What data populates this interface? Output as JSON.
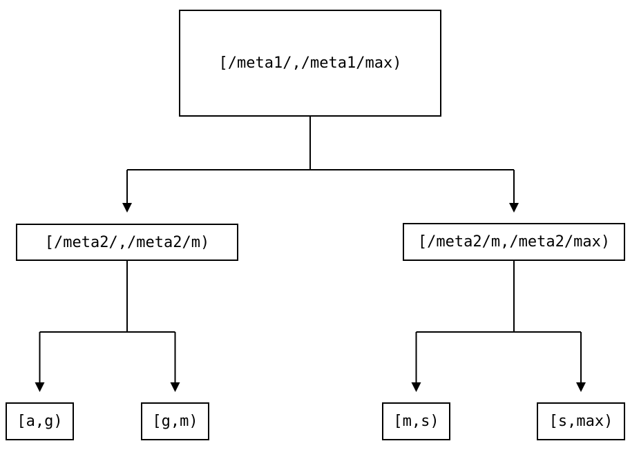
{
  "diagram": {
    "type": "tree",
    "background_color": "#ffffff",
    "line_color": "#000000",
    "text_color": "#000000",
    "nodes": {
      "root": {
        "label": "[/meta1/,/meta1/max)"
      },
      "left_mid": {
        "label": "[/meta2/,/meta2/m)"
      },
      "right_mid": {
        "label": "[/meta2/m,/meta2/max)"
      },
      "leaf_ag": {
        "label": "[a,g)"
      },
      "leaf_gm": {
        "label": "[g,m)"
      },
      "leaf_ms": {
        "label": "[m,s)"
      },
      "leaf_smax": {
        "label": "[s,max)"
      }
    },
    "edges": [
      {
        "from": "root",
        "to": "left_mid"
      },
      {
        "from": "root",
        "to": "right_mid"
      },
      {
        "from": "left_mid",
        "to": "leaf_ag"
      },
      {
        "from": "left_mid",
        "to": "leaf_gm"
      },
      {
        "from": "right_mid",
        "to": "leaf_ms"
      },
      {
        "from": "right_mid",
        "to": "leaf_smax"
      }
    ]
  }
}
